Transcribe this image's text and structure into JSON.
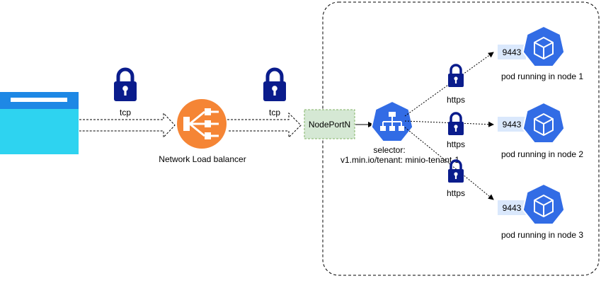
{
  "left_arrow_label": "tcp",
  "mid_arrow_label": "tcp",
  "load_balancer": {
    "label": "Network Load balancer"
  },
  "nodeport": {
    "label": "NodePortN"
  },
  "service": {
    "selector_label": "selector:",
    "selector_value": "v1.min.io/tenant: minio-tenant-1"
  },
  "connections": [
    {
      "protocol": "https"
    },
    {
      "protocol": "https"
    },
    {
      "protocol": "https"
    }
  ],
  "pods": [
    {
      "port": "9443",
      "label": "pod running in node 1"
    },
    {
      "port": "9443",
      "label": "pod running in node 2"
    },
    {
      "port": "9443",
      "label": "pod running in node 3"
    }
  ],
  "colors": {
    "k8s_blue": "#326CE5",
    "lock_navy": "#0A1C8C",
    "lb_orange": "#F58535",
    "browser_blue": "#1E88E5",
    "browser_cyan": "#2ED3F0",
    "nodeport_fill": "#D5E8D4",
    "nodeport_stroke": "#82B366",
    "port_fill": "#DAE8FC"
  }
}
